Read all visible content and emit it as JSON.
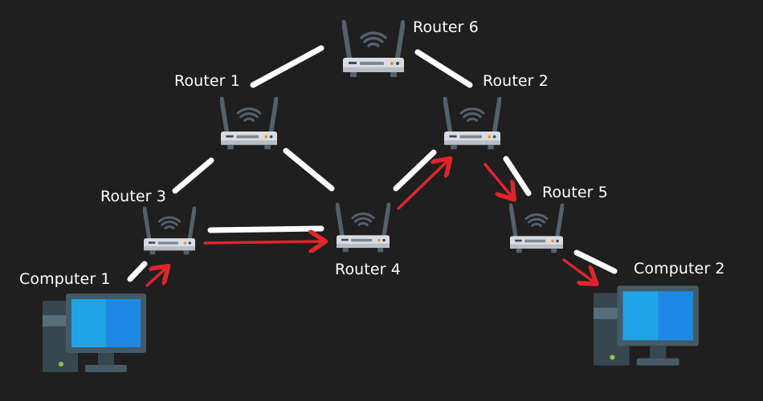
{
  "colors": {
    "background": "#1f1f1f",
    "link": "#ffffff",
    "path_arrow": "#e0242b",
    "router_body": "#d9dde2",
    "router_antenna": "#55606b",
    "monitor_screen": "#1fa3e6",
    "pc_case": "#37474f"
  },
  "labels": {
    "router6": "Router 6",
    "router1": "Router 1",
    "router2": "Router 2",
    "router3": "Router 3",
    "router4": "Router 4",
    "router5": "Router 5",
    "computer1": "Computer 1",
    "computer2": "Computer 2"
  },
  "icons": {
    "router": "wifi-router-icon",
    "computer": "desktop-computer-icon"
  },
  "links": [
    [
      "Router 1",
      "Router 6"
    ],
    [
      "Router 6",
      "Router 2"
    ],
    [
      "Router 1",
      "Router 3"
    ],
    [
      "Router 1",
      "Router 4"
    ],
    [
      "Router 3",
      "Router 4"
    ],
    [
      "Router 4",
      "Router 2"
    ],
    [
      "Router 2",
      "Router 5"
    ],
    [
      "Computer 1",
      "Router 3"
    ],
    [
      "Router 5",
      "Computer 2"
    ]
  ],
  "highlighted_path": [
    "Computer 1",
    "Router 3",
    "Router 4",
    "Router 2",
    "Router 5",
    "Computer 2"
  ]
}
